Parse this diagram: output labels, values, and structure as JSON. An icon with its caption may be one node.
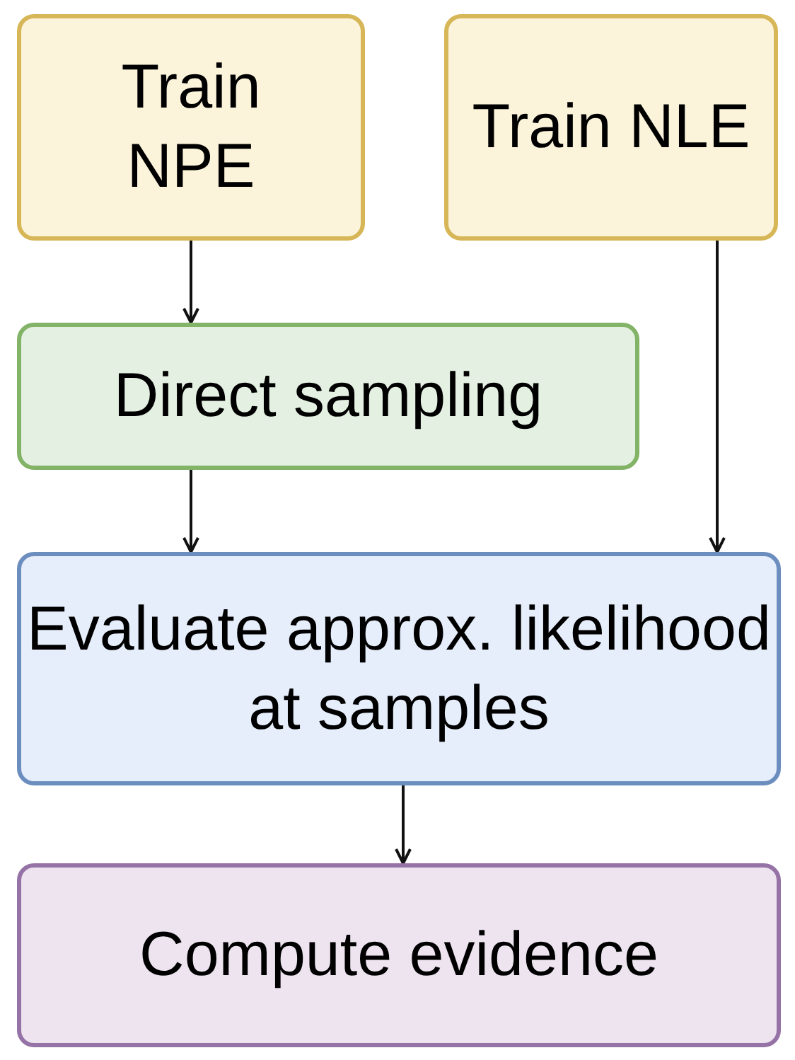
{
  "diagram": {
    "nodes": [
      {
        "text": [
          "Train NPE"
        ]
      },
      {
        "text": [
          "Train NLE"
        ]
      },
      {
        "text": [
          "Direct sampling"
        ]
      },
      {
        "text": [
          "Evaluate approx. likelihood at samples"
        ]
      },
      {
        "text": [
          "Compute evidence"
        ]
      }
    ],
    "edges": [
      {
        "from": 0,
        "to": 2,
        "arrow": "to"
      },
      {
        "from": 2,
        "to": 3,
        "arrow": "to"
      },
      {
        "from": 1,
        "to": 3,
        "arrow": "to"
      },
      {
        "from": 3,
        "to": 4,
        "arrow": "to"
      }
    ]
  }
}
